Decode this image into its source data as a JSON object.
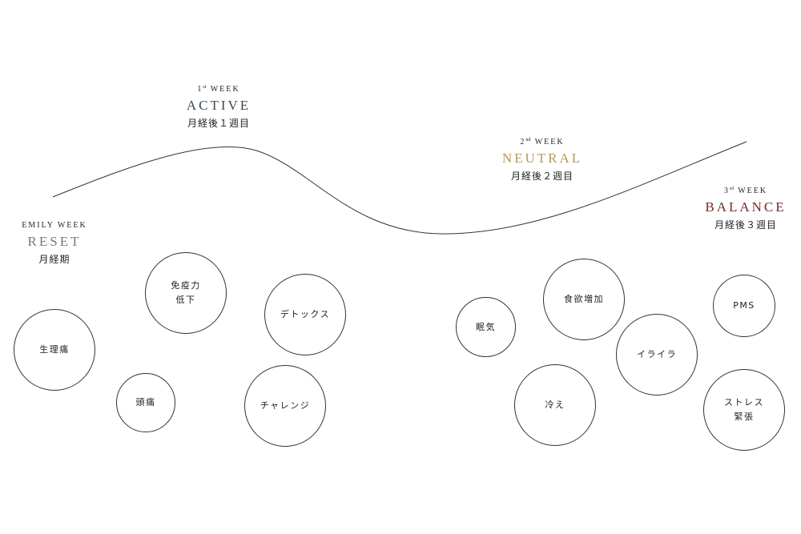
{
  "phases": {
    "reset": {
      "week_prefix": "EMILY WEEK",
      "week_sup": "",
      "week_suffix": "",
      "name": "RESET",
      "subtitle": "月経期",
      "color": "#6b7d8c"
    },
    "active": {
      "week_prefix": "1",
      "week_sup": "st",
      "week_suffix": "WEEK",
      "name": "ACTIVE",
      "subtitle": "月経後１週目",
      "color": "#3b4a56"
    },
    "neutral": {
      "week_prefix": "2",
      "week_sup": "nd",
      "week_suffix": "WEEK",
      "name": "NEUTRAL",
      "subtitle": "月経後２週目",
      "color": "#b39a5e"
    },
    "balance": {
      "week_prefix": "3",
      "week_sup": "rd",
      "week_suffix": "WEEK",
      "name": "BALANCE",
      "subtitle": "月経後３週目",
      "color": "#7a2a2a"
    }
  },
  "bubbles": {
    "b1": "生理痛",
    "b2": "免疫力\n低下",
    "b3": "頭痛",
    "b4": "デトックス",
    "b5": "チャレンジ",
    "b6": "眠気",
    "b7": "食欲増加",
    "b8": "冷え",
    "b9": "イライラ",
    "b10": "PMS",
    "b11": "ストレス\n緊張"
  },
  "line_color": "#333333"
}
